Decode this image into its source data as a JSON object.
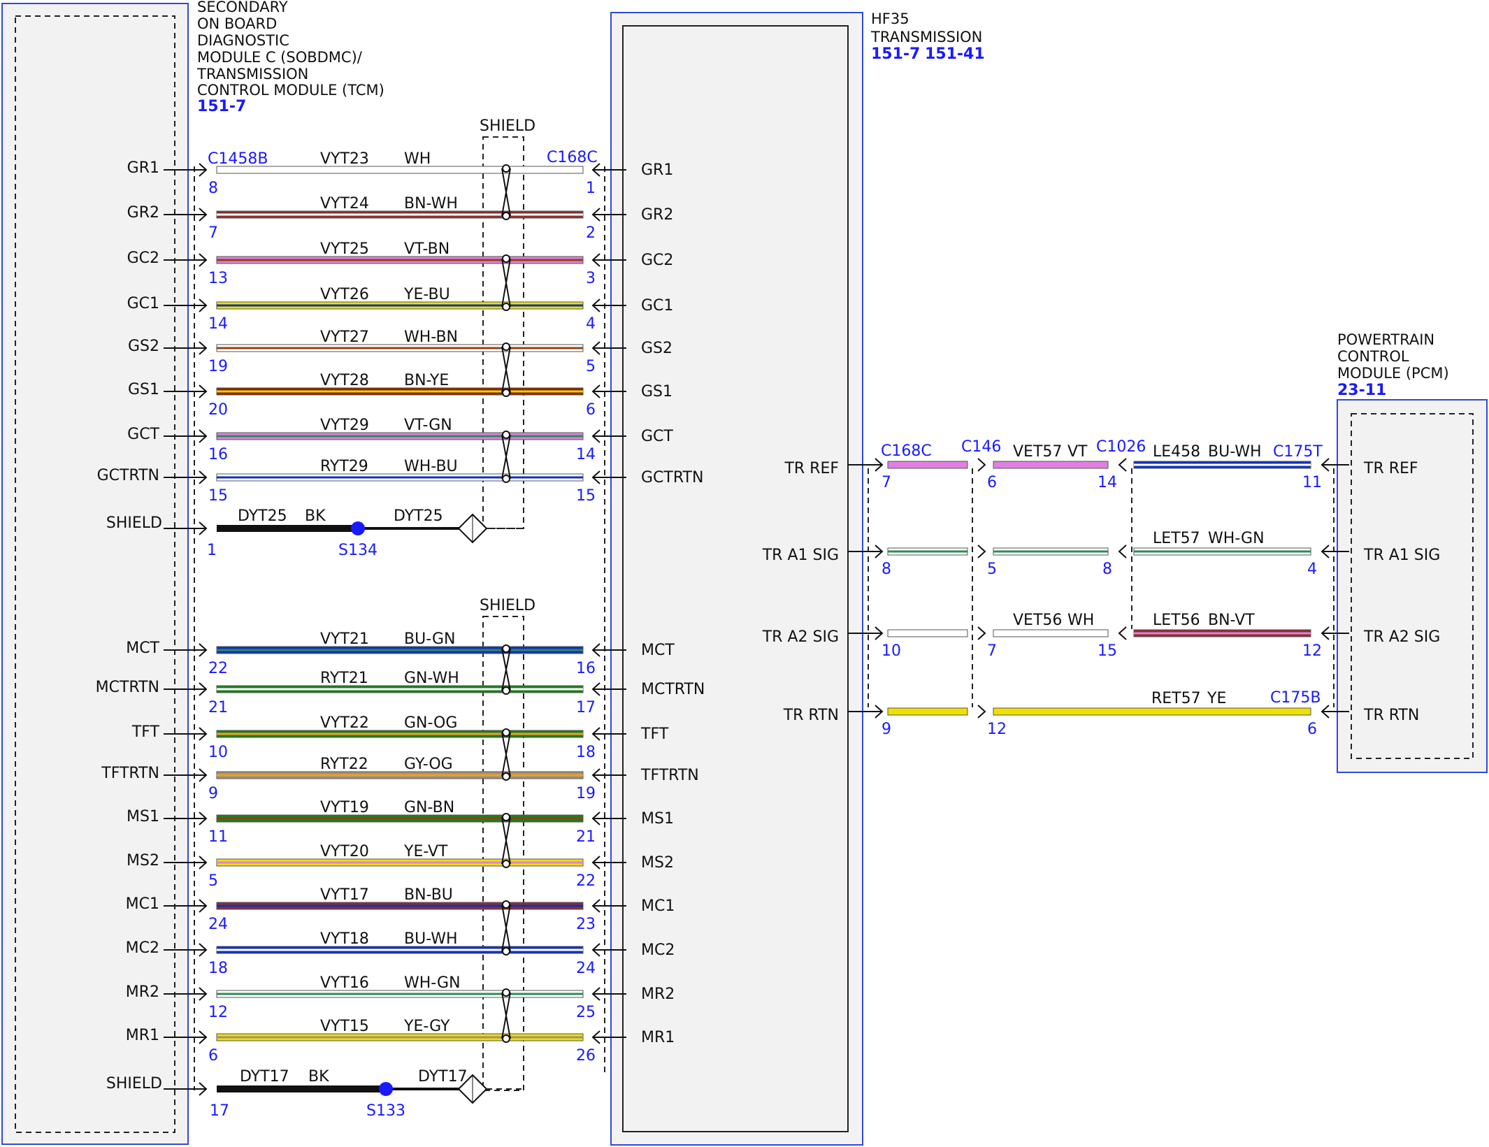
{
  "modules": {
    "tcm": {
      "label_lines": [
        "SECONDARY",
        "ON BOARD",
        "DIAGNOSTIC",
        "MODULE C (SOBDMC)/",
        "TRANSMISSION",
        "CONTROL MODULE (TCM)"
      ],
      "refs": [
        "151-7"
      ]
    },
    "trans": {
      "label_lines": [
        "HF35",
        "TRANSMISSION"
      ],
      "refs": [
        "151-7",
        "151-41"
      ]
    },
    "pcm": {
      "label_lines": [
        "POWERTRAIN",
        "CONTROL",
        "MODULE (PCM)"
      ],
      "refs": [
        "23-11"
      ]
    }
  },
  "connectors": {
    "tcm_side": "C1458B",
    "trans_side": "C168C",
    "right_trans": "C168C",
    "c146": "C146",
    "c1026": "C1026",
    "c175t": "C175T",
    "c175b": "C175B"
  },
  "shield_label": "SHIELD",
  "left_wires": [
    {
      "sig": "GR1",
      "pin_l": "8",
      "circuit": "VYT23",
      "color_code": "WH",
      "pin_r": "1",
      "sig_r": "GR1",
      "colors": [
        "#ffffff",
        "#ffffff"
      ]
    },
    {
      "sig": "GR2",
      "pin_l": "7",
      "circuit": "VYT24",
      "color_code": "BN-WH",
      "pin_r": "2",
      "sig_r": "GR2",
      "colors": [
        "#8b2e2e",
        "#ffffff"
      ]
    },
    {
      "sig": "GC2",
      "pin_l": "13",
      "circuit": "VYT25",
      "color_code": "VT-BN",
      "pin_r": "3",
      "sig_r": "GC2",
      "colors": [
        "#e080e0",
        "#8b4513"
      ]
    },
    {
      "sig": "GC1",
      "pin_l": "14",
      "circuit": "VYT26",
      "color_code": "YE-BU",
      "pin_r": "4",
      "sig_r": "GC1",
      "colors": [
        "#f0e000",
        "#1030c0"
      ]
    },
    {
      "sig": "GS2",
      "pin_l": "19",
      "circuit": "VYT27",
      "color_code": "WH-BN",
      "pin_r": "5",
      "sig_r": "GS2",
      "colors": [
        "#ffffff",
        "#8b4513"
      ]
    },
    {
      "sig": "GS1",
      "pin_l": "20",
      "circuit": "VYT28",
      "color_code": "BN-YE",
      "pin_r": "6",
      "sig_r": "GS1",
      "colors": [
        "#8b2500",
        "#f0d000"
      ]
    },
    {
      "sig": "GCT",
      "pin_l": "16",
      "circuit": "VYT29",
      "color_code": "VT-GN",
      "pin_r": "14",
      "sig_r": "GCT",
      "colors": [
        "#e080e0",
        "#2e8b57"
      ]
    },
    {
      "sig": "GCTRTN",
      "pin_l": "15",
      "circuit": "RYT29",
      "color_code": "WH-BU",
      "pin_r": "15",
      "sig_r": "GCTRTN",
      "colors": [
        "#ffffff",
        "#1030c0"
      ]
    },
    {
      "sig": "MCT",
      "pin_l": "22",
      "circuit": "VYT21",
      "color_code": "BU-GN",
      "pin_r": "16",
      "sig_r": "MCT",
      "colors": [
        "#1030c0",
        "#2e8b57"
      ]
    },
    {
      "sig": "MCTRTN",
      "pin_l": "21",
      "circuit": "RYT21",
      "color_code": "GN-WH",
      "pin_r": "17",
      "sig_r": "MCTRTN",
      "colors": [
        "#1e7d1e",
        "#ffffff"
      ]
    },
    {
      "sig": "TFT",
      "pin_l": "10",
      "circuit": "VYT22",
      "color_code": "GN-OG",
      "pin_r": "18",
      "sig_r": "TFT",
      "colors": [
        "#1e7d1e",
        "#f0a020"
      ]
    },
    {
      "sig": "TFTRTN",
      "pin_l": "9",
      "circuit": "RYT22",
      "color_code": "GY-OG",
      "pin_r": "19",
      "sig_r": "TFTRTN",
      "colors": [
        "#a09080",
        "#f0a020"
      ]
    },
    {
      "sig": "MS1",
      "pin_l": "11",
      "circuit": "VYT19",
      "color_code": "GN-BN",
      "pin_r": "21",
      "sig_r": "MS1",
      "colors": [
        "#1e7d1e",
        "#8b4513"
      ]
    },
    {
      "sig": "MS2",
      "pin_l": "5",
      "circuit": "VYT20",
      "color_code": "YE-VT",
      "pin_r": "22",
      "sig_r": "MS2",
      "colors": [
        "#f0e000",
        "#e080e0"
      ]
    },
    {
      "sig": "MC1",
      "pin_l": "24",
      "circuit": "VYT17",
      "color_code": "BN-BU",
      "pin_r": "23",
      "sig_r": "MC1",
      "colors": [
        "#8b2e2e",
        "#1030c0"
      ]
    },
    {
      "sig": "MC2",
      "pin_l": "18",
      "circuit": "VYT18",
      "color_code": "BU-WH",
      "pin_r": "24",
      "sig_r": "MC2",
      "colors": [
        "#1030c0",
        "#ffffff"
      ]
    },
    {
      "sig": "MR2",
      "pin_l": "12",
      "circuit": "VYT16",
      "color_code": "WH-GN",
      "pin_r": "25",
      "sig_r": "MR2",
      "colors": [
        "#ffffff",
        "#2e8b57"
      ]
    },
    {
      "sig": "MR1",
      "pin_l": "6",
      "circuit": "VYT15",
      "color_code": "YE-GY",
      "pin_r": "26",
      "sig_r": "MR1",
      "colors": [
        "#f0e000",
        "#a09080"
      ]
    }
  ],
  "shields": [
    {
      "sig": "SHIELD",
      "pin": "1",
      "circuit_l": "DYT25",
      "color_code": "BK",
      "splice": "S134",
      "circuit_r": "DYT25"
    },
    {
      "sig": "SHIELD",
      "pin": "17",
      "circuit_l": "DYT17",
      "color_code": "BK",
      "splice": "S133",
      "circuit_r": "DYT17"
    }
  ],
  "right_circuits": [
    {
      "sig": "TR REF",
      "pin_a": "7",
      "pin_b": "6",
      "circuit_mid": "VET57",
      "color_mid": "VT",
      "pin_c": "14",
      "circuit_right": "LE458",
      "color_right": "BU-WH",
      "pin_d": "11",
      "sig_pcm": "TR REF",
      "mid_colors": [
        "#e080e0",
        "#e080e0"
      ],
      "right_colors": [
        "#1030c0",
        "#ffffff"
      ]
    },
    {
      "sig": "TR A1 SIG",
      "pin_a": "8",
      "pin_b": "5",
      "circuit_mid": "",
      "color_mid": "",
      "pin_c": "8",
      "circuit_right": "LET57",
      "color_right": "WH-GN",
      "pin_d": "4",
      "sig_pcm": "TR A1 SIG",
      "mid_colors": [
        "#ffffff",
        "#2e8b57"
      ],
      "right_colors": [
        "#ffffff",
        "#2e8b57"
      ]
    },
    {
      "sig": "TR A2 SIG",
      "pin_a": "10",
      "pin_b": "7",
      "circuit_mid": "VET56",
      "color_mid": "WH",
      "pin_c": "15",
      "circuit_right": "LET56",
      "color_right": "BN-VT",
      "pin_d": "12",
      "sig_pcm": "TR A2 SIG",
      "mid_colors": [
        "#ffffff",
        "#ffffff"
      ],
      "right_colors": [
        "#8b2e2e",
        "#e080e0"
      ]
    },
    {
      "sig": "TR RTN",
      "pin_a": "9",
      "pin_b": "12",
      "circuit_mid": "",
      "color_mid": "",
      "pin_c": "",
      "circuit_right": "RET57",
      "color_right": "YE",
      "pin_d": "6",
      "sig_pcm": "TR RTN",
      "mid_colors": [
        "#f0e000",
        "#f0e000"
      ],
      "right_colors": [
        "#f0e000",
        "#f0e000"
      ]
    }
  ]
}
